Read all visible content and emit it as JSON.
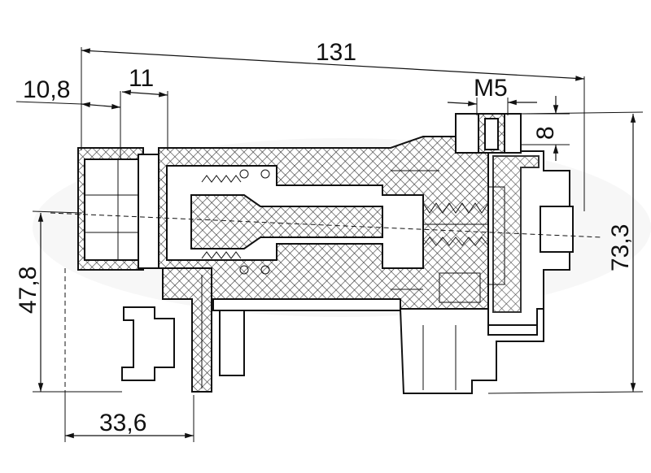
{
  "dimensions": {
    "overall_length": "131",
    "left_offset": "10,8",
    "inlet_width": "11",
    "thread": "M5",
    "port_depth": "8",
    "total_height": "73,3",
    "axis_height": "47,8",
    "base_width": "33,6"
  }
}
